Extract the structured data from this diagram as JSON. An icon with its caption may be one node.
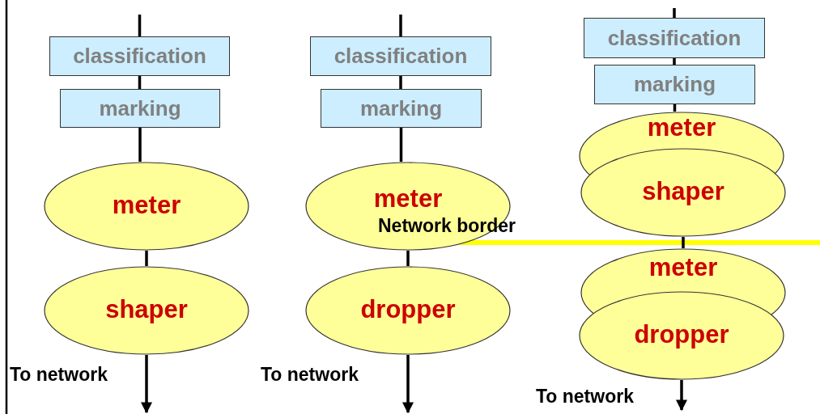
{
  "diagram": {
    "nodes": [
      {
        "text": [
          "classification"
        ]
      },
      {
        "text": [
          "marking"
        ]
      },
      {
        "text": [
          "meter"
        ]
      },
      {
        "text": [
          "shaper"
        ]
      },
      {
        "text": [
          "classification"
        ]
      },
      {
        "text": [
          "marking"
        ]
      },
      {
        "text": [
          "meter"
        ]
      },
      {
        "text": [
          "dropper"
        ]
      },
      {
        "text": [
          "classification"
        ]
      },
      {
        "text": [
          "marking"
        ]
      },
      {
        "text": [
          "meter"
        ]
      },
      {
        "text": [
          "shaper"
        ]
      },
      {
        "text": [
          "meter"
        ]
      },
      {
        "text": [
          "dropper"
        ]
      }
    ],
    "edges": [
      {
        "from": null,
        "to": 0,
        "arrow": "none"
      },
      {
        "from": 0,
        "to": 1,
        "arrow": "none"
      },
      {
        "from": 1,
        "to": 2,
        "arrow": "none"
      },
      {
        "from": 2,
        "to": 3,
        "arrow": "none"
      },
      {
        "from": 3,
        "to": null,
        "arrow": "to"
      },
      {
        "from": null,
        "to": 4,
        "arrow": "none"
      },
      {
        "from": 4,
        "to": 5,
        "arrow": "none"
      },
      {
        "from": 5,
        "to": 6,
        "arrow": "none"
      },
      {
        "from": 6,
        "to": 7,
        "arrow": "none"
      },
      {
        "from": 7,
        "to": null,
        "arrow": "to"
      },
      {
        "from": null,
        "to": 8,
        "arrow": "none"
      },
      {
        "from": 8,
        "to": 9,
        "arrow": "none"
      },
      {
        "from": 9,
        "to": 10,
        "arrow": "none"
      },
      {
        "from": 11,
        "to": 12,
        "arrow": "none"
      },
      {
        "from": 13,
        "to": null,
        "arrow": "to"
      }
    ],
    "labels": [
      "Network border",
      "To network",
      "To network",
      "To network"
    ]
  }
}
